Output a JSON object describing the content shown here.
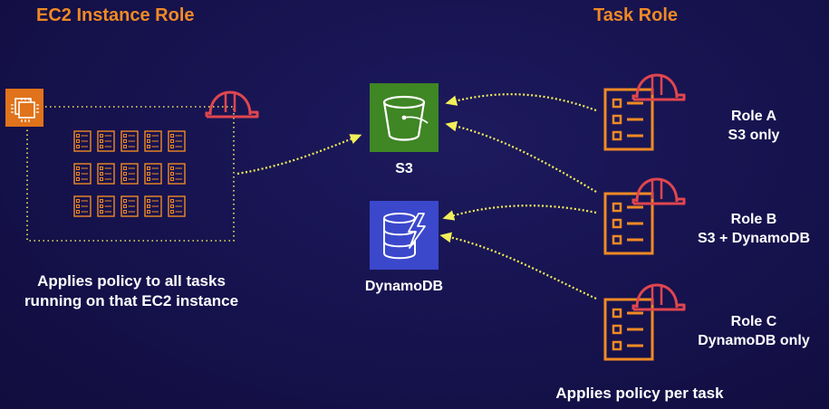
{
  "titles": {
    "ec2_instance_role": "EC2 Instance Role",
    "task_role": "Task Role"
  },
  "services": {
    "s3": "S3",
    "dynamodb": "DynamoDB"
  },
  "roles": [
    {
      "name": "Role A",
      "scope": "S3 only"
    },
    {
      "name": "Role B",
      "scope": "S3 + DynamoDB"
    },
    {
      "name": "Role C",
      "scope": "DynamoDB only"
    }
  ],
  "captions": {
    "ec2_line1": "Applies policy to all tasks",
    "ec2_line2": "running on that EC2 instance",
    "task": "Applies policy per task"
  },
  "colors": {
    "accent_orange": "#f08a24",
    "helmet_red": "#e0464e",
    "arrow_yellow": "#f2ee5a",
    "s3_green": "#3f8624",
    "dynamodb_blue": "#3b48cc"
  },
  "icons": {
    "ec2": "ec2-chip-icon",
    "s3": "s3-bucket-icon",
    "dynamodb": "dynamodb-icon",
    "helmet": "hard-hat-icon",
    "task": "task-checklist-icon"
  }
}
